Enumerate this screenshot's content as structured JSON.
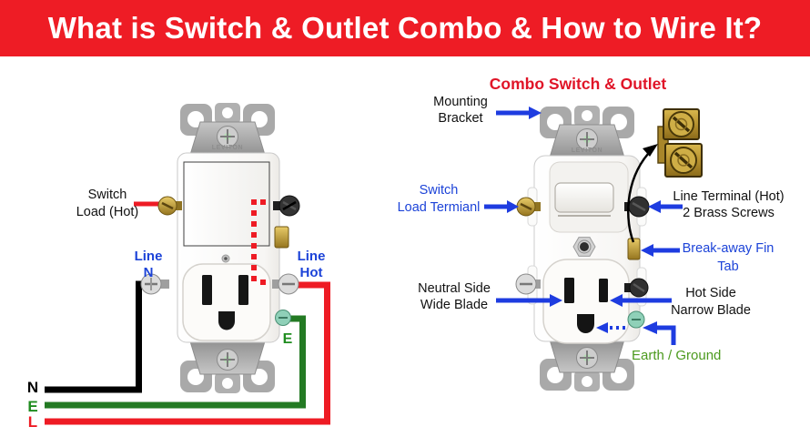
{
  "banner": {
    "title": "What is Switch & Outlet Combo & How to Wire It?",
    "bg_color": "#EE1C25",
    "text_color": "#FFFFFF"
  },
  "left_diagram": {
    "brand": "LEVITON",
    "switch_load_label": {
      "line1": "Switch",
      "line2": "Load (Hot)"
    },
    "line_n_label": {
      "line1": "Line",
      "line2": "N"
    },
    "line_hot_label": {
      "line1": "Line",
      "line2": "Hot"
    },
    "earth_label": "E",
    "wire_ends": {
      "neutral": "N",
      "earth": "E",
      "live": "L"
    },
    "wire_colors": {
      "neutral": "#000000",
      "earth": "#237A23",
      "live": "#EE1B24"
    }
  },
  "right_diagram": {
    "title": "Combo Switch & Outlet",
    "brand": "LEVITON",
    "mounting_bracket_label": {
      "line1": "Mounting",
      "line2": "Bracket"
    },
    "switch_load_terminal_label": {
      "line1": "Switch",
      "line2": "Load Termianl"
    },
    "line_terminal_label": {
      "line1": "Line Terminal (Hot)",
      "line2": "2 Brass Screws"
    },
    "breakaway_label": {
      "line1": "Break-away Fin",
      "line2": "Tab"
    },
    "neutral_blade_label": {
      "line1": "Neutral Side",
      "line2": "Wide Blade"
    },
    "hot_blade_label": {
      "line1": "Hot Side",
      "line2": "Narrow Blade"
    },
    "earth_ground_label": "Earth / Ground",
    "arrow_color": "#1E3CE0",
    "label_blue": "#1C43D8",
    "label_green": "#4C9A1E",
    "title_color": "#E01427"
  }
}
